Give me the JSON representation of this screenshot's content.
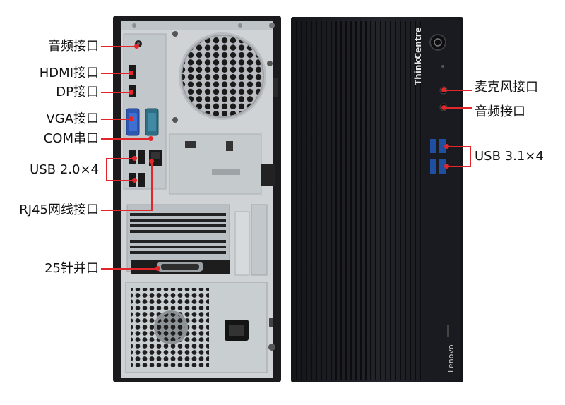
{
  "rear_labels": [
    {
      "id": "audio",
      "text": "音频接口"
    },
    {
      "id": "hdmi",
      "text": "HDMI接口"
    },
    {
      "id": "dp",
      "text": "DP接口"
    },
    {
      "id": "vga",
      "text": "VGA接口"
    },
    {
      "id": "com",
      "text": "COM串口"
    },
    {
      "id": "usb2",
      "text": "USB 2.0×4"
    },
    {
      "id": "rj45",
      "text": "RJ45网线接口"
    },
    {
      "id": "parallel",
      "text": "25针并口"
    }
  ],
  "front_labels": [
    {
      "id": "mic",
      "text": "麦克风接口"
    },
    {
      "id": "audio",
      "text": "音频接口"
    },
    {
      "id": "usb3",
      "text": "USB 3.1×4"
    }
  ],
  "front_brand": "ThinkCentre",
  "front_logo": "Lenovo",
  "colors": {
    "accent": "#e3262a",
    "chassis_front": "#1c1d22",
    "chassis_rear": "#cfd3d6",
    "vga_port": "#2b57b3",
    "com_port": "#2e6f86"
  }
}
